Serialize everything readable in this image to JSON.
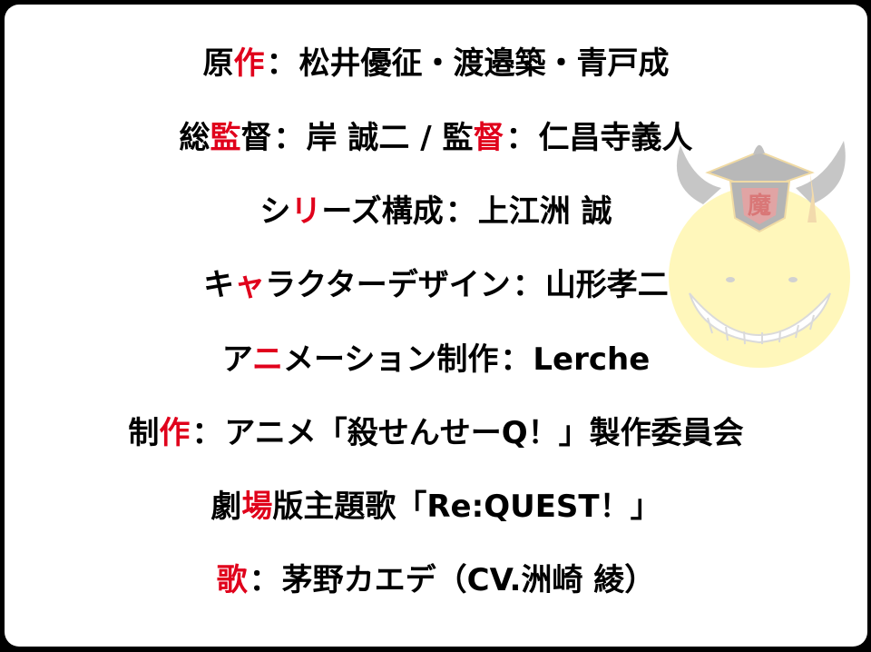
{
  "colors": {
    "frame": "#000000",
    "panel": "#ffffff",
    "text": "#000000",
    "accent": "#e0001b",
    "mascot_face": "#fff7b8",
    "mascot_hat": "#bdbdbd"
  },
  "mascot": {
    "icon": "koro-sensei-mascot-icon",
    "hat_emblem": "魔"
  },
  "credits": [
    {
      "role_pre": "原",
      "role_red": "作",
      "role_post": "",
      "separator": "：",
      "value": "松井優征・渡邉築・青戸成"
    },
    {
      "role_pre": "総",
      "role_red": "監",
      "role_post": "督",
      "separator": "：",
      "value": "岸 誠二 / ",
      "role2_pre": "監",
      "role2_red": "督",
      "role2_post": "",
      "separator2": "：",
      "value2": "仁昌寺義人"
    },
    {
      "role_pre": "シ",
      "role_red": "リ",
      "role_post": "ーズ構成",
      "separator": "：",
      "value": "上江洲 誠"
    },
    {
      "role_pre": "キ",
      "role_red": "ャ",
      "role_post": "ラクターデザイン",
      "separator": "：",
      "value": "山形孝二"
    },
    {
      "role_pre": "ア",
      "role_red": "ニ",
      "role_post": "メーション制作",
      "separator": "：",
      "value": "Lerche"
    },
    {
      "role_pre": "制",
      "role_red": "作",
      "role_post": "",
      "separator": "：",
      "value": "アニメ「殺せんせーQ！」製作委員会"
    },
    {
      "role_pre": "劇",
      "role_red": "場",
      "role_post": "版主題歌",
      "separator": "",
      "value": "「Re:QUEST！」"
    },
    {
      "role_pre": "",
      "role_red": "歌",
      "role_post": "",
      "separator": "：",
      "value": "茅野カエデ（CV.洲崎 綾）"
    }
  ]
}
